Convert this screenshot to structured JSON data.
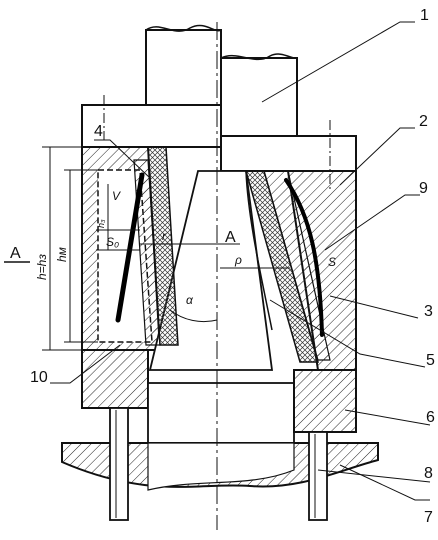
{
  "drawing": {
    "callouts": [
      "1",
      "2",
      "3",
      "4",
      "5",
      "6",
      "7",
      "8",
      "9",
      "10"
    ],
    "section_marker": "A",
    "dimensions": {
      "total_height": "h=hз",
      "die_height": "hм",
      "angle": "α",
      "radius_r": "r",
      "radius_p": "ρ",
      "clearance_s": "S",
      "clearance_s0": "S₀",
      "thickness_h3": "h₃",
      "velocity": "V"
    }
  }
}
